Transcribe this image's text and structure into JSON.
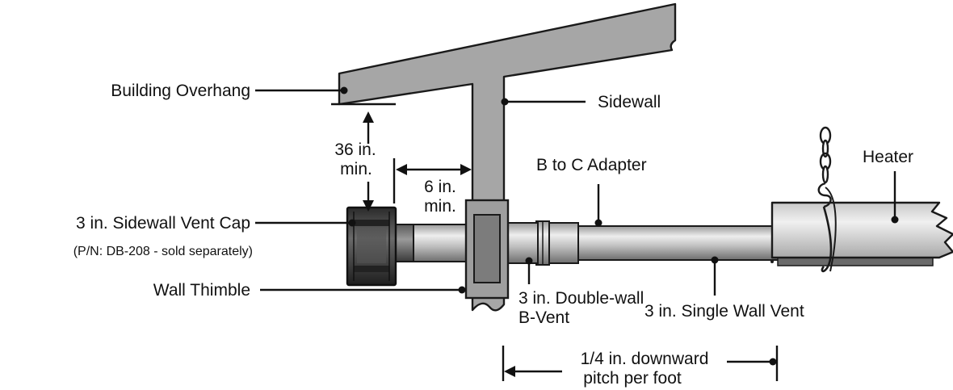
{
  "labels": {
    "building_overhang": "Building Overhang",
    "sidewall": "Sidewall",
    "heater": "Heater",
    "b_to_c_adapter": "B to C Adapter",
    "clearance_36_line1": "36 in.",
    "clearance_36_line2": "min.",
    "clearance_6_line1": "6 in.",
    "clearance_6_line2": "min.",
    "vent_cap": "3 in. Sidewall Vent Cap",
    "vent_cap_part": "(P/N: DB-208 - sold separately)",
    "wall_thimble": "Wall Thimble",
    "double_wall_line1": "3 in. Double-wall",
    "double_wall_line2": "B-Vent",
    "single_wall": "3 in. Single Wall Vent",
    "pitch_line1": "1/4 in. downward",
    "pitch_line2": "pitch per foot"
  },
  "colors": {
    "structure": "#a6a6a6",
    "outline": "#1a1a1a",
    "pipe_light": "#e6e6e6",
    "pipe_mid": "#a8a8a8",
    "pipe_dark": "#5a5a5a",
    "cap": "#3a3a3a",
    "heater_body": "#d8d8d8",
    "bracket": "#6a6a6a"
  },
  "icons": {
    "hanger": "s-hook-chain-icon"
  }
}
